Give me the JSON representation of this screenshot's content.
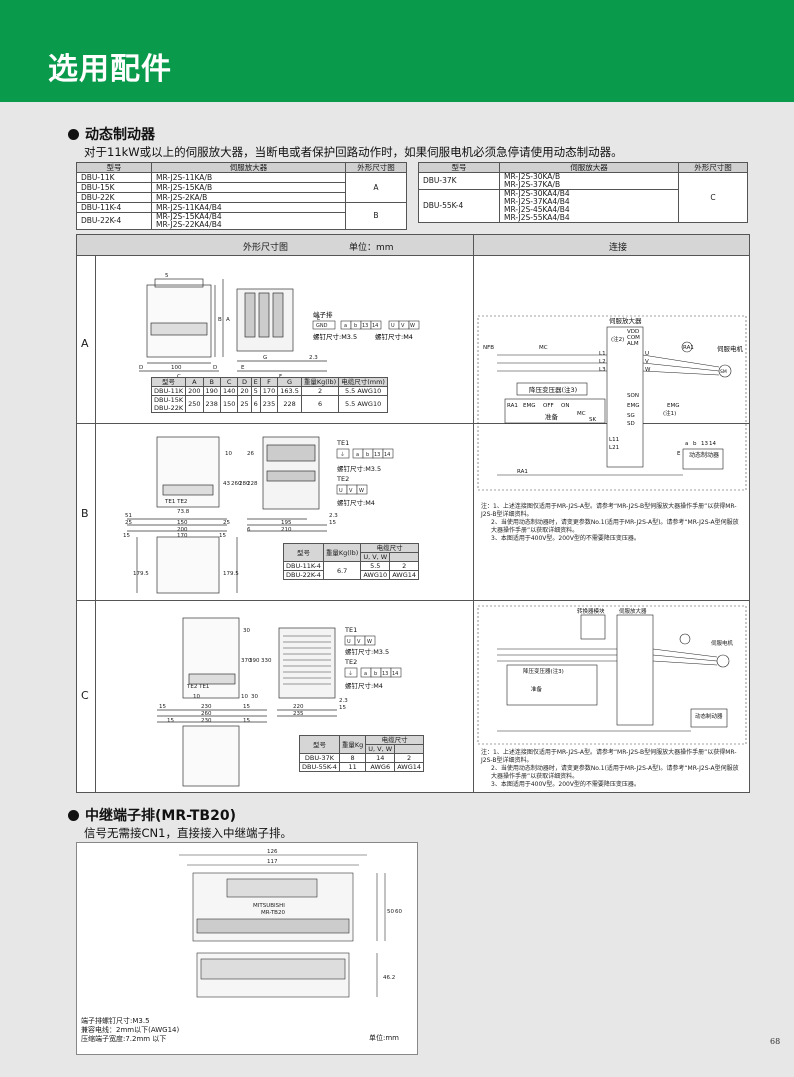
{
  "header": {
    "title": "选用配件"
  },
  "dynamic_brake": {
    "title": "动态制动器",
    "description": "对于11kW或以上的伺服放大器，当断电或者保护回路动作时，如果伺服电机必须急停请使用动态制动器。",
    "left_table": {
      "headers": [
        "型号",
        "伺服放大器",
        "外形尺寸图"
      ],
      "rows": [
        {
          "model": "DBU-11K",
          "amp": "MR-J2S-11KA/B"
        },
        {
          "model": "DBU-15K",
          "amp": "MR-J2S-15KA/B"
        },
        {
          "model": "DBU-22K",
          "amp": "MR-J2S-2KA/B"
        },
        {
          "model": "DBU-11K-4",
          "amp": "MR-J2S-11KA4/B4"
        },
        {
          "model": "DBU-22K-4",
          "amp": "MR-J2S-15KA4/B4",
          "amp2": "MR-J2S-22KA4/B4"
        }
      ],
      "dim_a": "A",
      "dim_b": "B"
    },
    "right_table": {
      "headers": [
        "型号",
        "伺服放大器",
        "外形尺寸图"
      ],
      "rows": [
        {
          "model": "DBU-37K",
          "amps": [
            "MR-J2S-30KA/B",
            "MR-J2S-37KA/B"
          ]
        },
        {
          "model": "DBU-55K-4",
          "amps": [
            "MR-J2S-30KA4/B4",
            "MR-J2S-37KA4/B4",
            "MR-J2S-45KA4/B4",
            "MR-J2S-55KA4/B4"
          ]
        }
      ],
      "dim": "C"
    },
    "frame": {
      "outline_title": "外形尺寸图",
      "unit": "单位：mm",
      "connection_title": "连接",
      "row_labels": [
        "A",
        "B",
        "C"
      ]
    },
    "row_a": {
      "terminal_title": "端子排",
      "terminal_cells": [
        "E",
        "GND",
        "a",
        "b",
        "13",
        "14"
      ],
      "uvw": [
        "U",
        "V",
        "W"
      ],
      "screw1": "螺钉尺寸:M3.5",
      "screw2": "螺钉尺寸:M4",
      "dims": [
        "5",
        "B",
        "A",
        "G",
        "2.3",
        "D",
        "100",
        "D",
        "C",
        "E",
        "F"
      ],
      "table_headers": [
        "型号",
        "A",
        "B",
        "C",
        "D",
        "E",
        "F",
        "G",
        "重量Kg(lb)",
        "电缆尺寸(mm)"
      ],
      "table_rows": [
        [
          "DBU-11K",
          "200",
          "190",
          "140",
          "20",
          "5",
          "170",
          "163.5",
          "2",
          "5.5  AWG10"
        ],
        [
          "DBU-15K",
          "250",
          "238",
          "150",
          "25",
          "6",
          "235",
          "228",
          "6",
          "5.5  AWG10"
        ],
        [
          "DBU-22K",
          "",
          "",
          "",
          "",
          "",
          "",
          "",
          "",
          ""
        ]
      ]
    },
    "row_b": {
      "te1": "TE1",
      "te2": "TE2",
      "te_labels": "TE1  TE2",
      "cells": [
        "a",
        "b",
        "13",
        "14"
      ],
      "uvw": [
        "U",
        "V",
        "W"
      ],
      "screw1": "螺钉尺寸:M3.5",
      "screw2": "螺钉尺寸:M4",
      "dims": [
        "10",
        "43",
        "260",
        "280",
        "228",
        "2.3",
        "15",
        "26",
        "51",
        "25",
        "150",
        "200",
        "25",
        "15",
        "170",
        "195",
        "210",
        "179.5",
        "179.5",
        "15",
        "73.8",
        "6"
      ],
      "cable_header": "电缆尺寸",
      "table_headers": [
        "型号",
        "重量Kg(lb)",
        "U, V, W"
      ],
      "rows": [
        [
          "DBU-11K-4",
          "6.7",
          "5.5",
          "2"
        ],
        [
          "DBU-22K-4",
          "",
          "AWG10",
          "AWG14"
        ]
      ]
    },
    "row_c": {
      "te1": "TE1",
      "te2": "TE2",
      "te_labels": "TE2 TE1",
      "cells": [
        "a",
        "b",
        "13",
        "14"
      ],
      "uvw": [
        "U",
        "V",
        "W"
      ],
      "screw1": "螺钉尺寸:M3.5",
      "screw2": "螺钉尺寸:M4",
      "dims": [
        "30",
        "370",
        "390",
        "330",
        "10",
        "30",
        "10",
        "15",
        "230",
        "260",
        "15",
        "220",
        "235",
        "2.3",
        "15",
        "15",
        "230",
        "15"
      ],
      "cable_header": "电缆尺寸",
      "table_headers": [
        "型号",
        "重量Kg",
        "U, V, W"
      ],
      "rows": [
        [
          "DBU-37K",
          "8",
          "14",
          "2"
        ],
        [
          "DBU-55K-4",
          "11",
          "AWG6",
          "AWG14"
        ]
      ]
    },
    "conn_b": {
      "servo_amp": "伺服放大器",
      "servo_motor": "伺服电机",
      "transformer": "降压变压器(注3)",
      "ready": "准备",
      "dyn_brake": "动态制动器",
      "labels": [
        "NFB",
        "MC",
        "L1",
        "L2",
        "L3",
        "VDD",
        "COM",
        "ALM",
        "RA1",
        "(注2)",
        "U",
        "V",
        "W",
        "SM",
        "SON",
        "EMG",
        "SG",
        "SD",
        "L11",
        "L21",
        "RA1",
        "EMG",
        "OFF",
        "ON",
        "MC",
        "SK",
        "a",
        "b",
        "13",
        "14",
        "E",
        "RA1",
        "EMG",
        "(注1)"
      ],
      "notes": [
        "注：1、上述连接图仅适用于MR-J2S-A型。请参考“MR-J2S-B型伺服放大器操作手册”以获得MR-J2S-B型详细资料。",
        "2、当使用动态制动器时，请变更参数No.1(适用于MR-J2S-A型)。请参考“MR-J2S-A型伺服放大器操作手册”以获取详细资料。",
        "3、本图适用于400V型。200V型的不需要降压变压器。"
      ]
    },
    "conn_c": {
      "converter": "转换器模块",
      "servo_amp": "伺服放大器",
      "servo_motor": "伺服电机",
      "transformer": "降压变压器(注3)",
      "ready": "准备",
      "dyn_brake": "动态制动器",
      "notes": [
        "注：1、上述连接图仅适用于MR-J2S-A型。请参考“MR-J2S-B型伺服放大器操作手册”以获得MR-J2S-B型详细资料。",
        "2、当使用动态制动器时，请变更参数No.1(适用于MR-J2S-A型)。请参考“MR-J2S-A型伺服放大器操作手册”以获取详细资料。",
        "3、本图适用于400V型。200V型的不需要降压变压器。"
      ]
    }
  },
  "relay_terminal": {
    "title": "中继端子排(MR-TB20)",
    "description": "信号无需接CN1，直接接入中继端子排。",
    "dims": [
      "126",
      "117",
      "50",
      "60",
      "46.2"
    ],
    "brand": "MITSUBISHI",
    "model": "MR-TB20",
    "spec_lines": [
      "端子排螺钉尺寸:M3.5",
      "兼容电线：2mm以下(AWG14)",
      "压缩端子宽度:7.2mm 以下"
    ],
    "unit": "单位:mm"
  },
  "page_number": "68"
}
